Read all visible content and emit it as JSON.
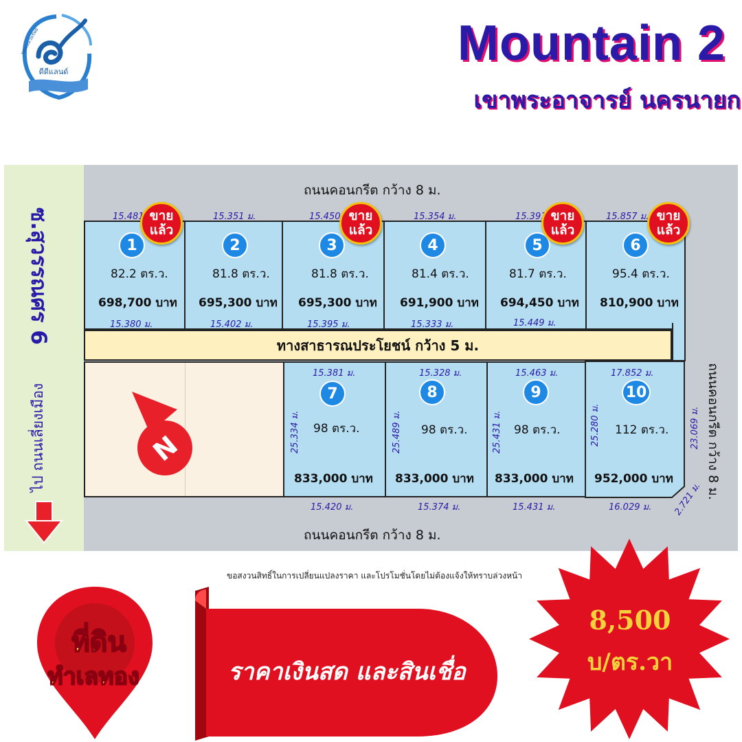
{
  "header": {
    "logo_text_top": "ทศพลทวีทรัพย์",
    "logo_text_bottom": "ดีดีแลนด์",
    "title": "Mountain 2",
    "subtitle": "เขาพระอาจารย์ นครนายก"
  },
  "roads": {
    "top": "ถนนคอนกรีต กว้าง 8 ม.",
    "bottom": "ถนนคอนกรีต กว้าง 8 ม.",
    "right": "ถนนคอนกรีต กว้าง 8 ม.",
    "left_soi": "ซ.สุวรรณศร 6",
    "left_direction": "ไป ถนนเลี่ยงเมือง",
    "easement": "ทางสาธารณประโยชน์ กว้าง 5 ม."
  },
  "sold_label": [
    "ขาย",
    "แล้ว"
  ],
  "plots": [
    {
      "num": "1",
      "area": "82.2 ตร.ว.",
      "price": "698,700 บาท",
      "top_dim": "15.481 ม.",
      "bottom_dim": "15.380 ม.",
      "sold": true
    },
    {
      "num": "2",
      "area": "81.8 ตร.ว.",
      "price": "695,300 บาท",
      "top_dim": "15.351 ม.",
      "bottom_dim": "15.402 ม.",
      "sold": false
    },
    {
      "num": "3",
      "area": "81.8 ตร.ว.",
      "price": "695,300 บาท",
      "top_dim": "15.450 ม.",
      "bottom_dim": "15.395 ม.",
      "sold": true
    },
    {
      "num": "4",
      "area": "81.4 ตร.ว.",
      "price": "691,900 บาท",
      "top_dim": "15.354 ม.",
      "bottom_dim": "15.333 ม.",
      "sold": false
    },
    {
      "num": "5",
      "area": "81.7 ตร.ว.",
      "price": "694,450 บาท",
      "top_dim": "15.391 ม.",
      "bottom_dim": "15.449 ม.",
      "sold": true
    },
    {
      "num": "6",
      "area": "95.4 ตร.ว.",
      "price": "810,900 บาท",
      "top_dim": "15.857 ม.",
      "bottom_dim": "",
      "sold": true
    },
    {
      "num": "7",
      "area": "98 ตร.ว.",
      "price": "833,000 บาท",
      "top_dim": "15.381 ม.",
      "bottom_dim": "15.420 ม.",
      "side_dim": "25.334 ม.",
      "sold": false
    },
    {
      "num": "8",
      "area": "98 ตร.ว.",
      "price": "833,000 บาท",
      "top_dim": "15.328 ม.",
      "bottom_dim": "15.374 ม.",
      "side_dim": "25.489 ม.",
      "sold": false
    },
    {
      "num": "9",
      "area": "98 ตร.ว.",
      "price": "833,000 บาท",
      "top_dim": "15.463 ม.",
      "bottom_dim": "15.431 ม.",
      "side_dim": "25.431 ม.",
      "sold": false
    },
    {
      "num": "10",
      "area": "112 ตร.ว.",
      "price": "952,000 บาท",
      "top_dim": "17.852 ม.",
      "bottom_dim": "16.029 ม.",
      "side_dim": "25.280 ม.",
      "sold": false
    }
  ],
  "extra_dims": {
    "right_side": "23.069 ม.",
    "corner": "2.721 ม."
  },
  "north_label": "N",
  "footer": {
    "disclaimer": "ขอสงวนสิทธิ์ในการเปลี่ยนแปลงราคา และโปรโมชั่นโดยไม่ต้องแจ้งให้ทราบล่วงหน้า",
    "badge_line1": "ที่ดิน",
    "badge_line2": "ทำเลทอง",
    "banner": "ราคาเงินสด และสินเชื่อ",
    "price": "8,500",
    "price_unit": "บ/ตร.วา"
  },
  "colors": {
    "title": "#2a1aa8",
    "title_shadow": "#e01070",
    "plot_fill": "#b5ddf2",
    "sold_badge": "#e01020",
    "number_badge": "#1e88e5",
    "price_gold": "#f4d23c"
  }
}
